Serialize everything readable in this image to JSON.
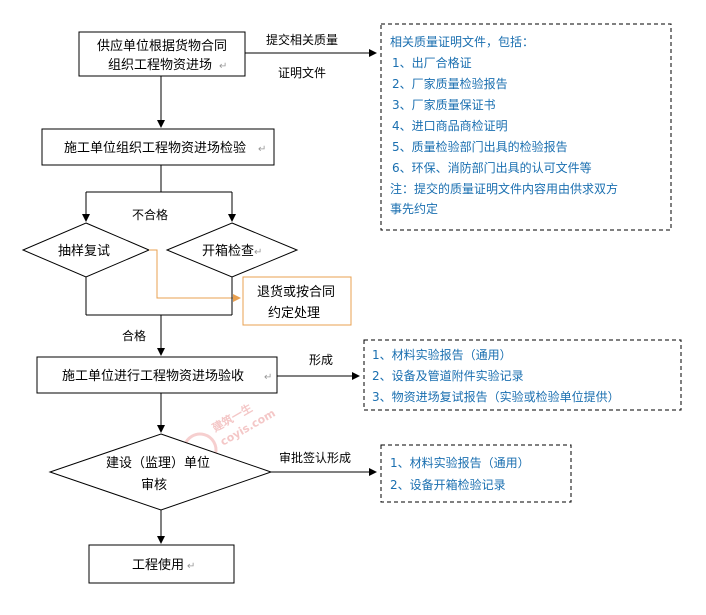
{
  "boxes": {
    "supplier": {
      "line1": "供应单位根据货物合同",
      "line2": "组织工程物资进场"
    },
    "construction_check": "施工单位组织工程物资进场检验",
    "sample_retest": "抽样复试",
    "unpack_check": "开箱检查",
    "return": {
      "line1": "退货或按合同",
      "line2": "约定处理"
    },
    "acceptance": "施工单位进行工程物资进场验收",
    "supervisor_review": {
      "line1": "建设（监理）单位",
      "line2": "审核"
    },
    "project_use": "工程使用"
  },
  "labels": {
    "submit_line1": "提交相关质量",
    "submit_line2": "证明文件",
    "unqualified": "不合格",
    "qualified": "合格",
    "form": "形成",
    "approve_form": "审批签认形成"
  },
  "notes": {
    "quality_docs": [
      "相关质量证明文件，包括：",
      "1、出厂合格证",
      "2、厂家质量检验报告",
      "3、厂家质量保证书",
      "4、进口商品商检证明",
      "5、质量检验部门出具的检验报告",
      "6、环保、消防部门出具的认可文件等",
      "注：提交的质量证明文件内容用由供求双方",
      "事先约定"
    ],
    "acceptance_records": [
      "1、材料实验报告（通用）",
      "2、设备及管道附件实验记录",
      "3、物资进场复试报告（实验或检验单位提供）"
    ],
    "review_records": [
      "1、材料实验报告（通用）",
      "2、设备开箱检验记录"
    ]
  },
  "watermark": {
    "line1": "建筑一生",
    "line2": "coyis.com"
  },
  "colors": {
    "blue_text": "#1a6fb0",
    "orange": "#e8a050",
    "line": "#000000"
  }
}
